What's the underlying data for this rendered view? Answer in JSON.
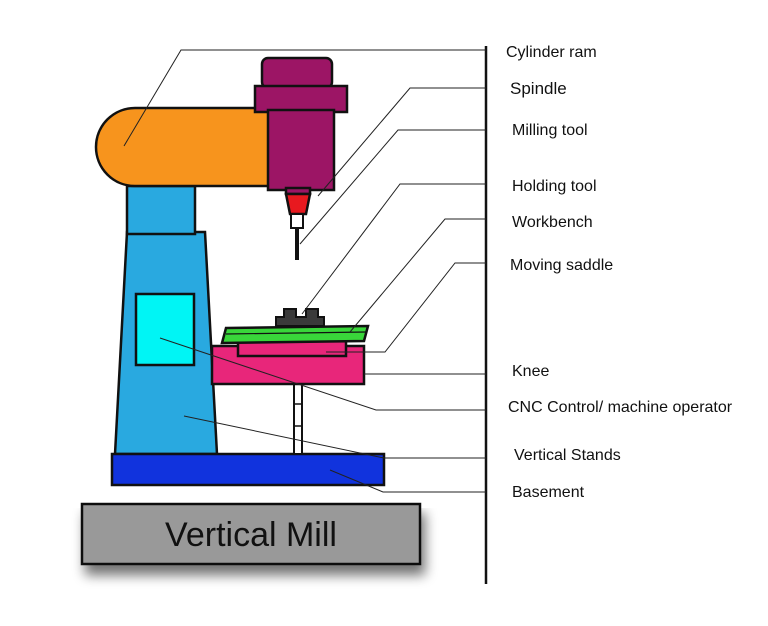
{
  "diagram": {
    "title": "Vertical Mill",
    "labels": [
      {
        "id": "cylinder-ram",
        "text": "Cylinder ram"
      },
      {
        "id": "spindle",
        "text": "Spindle"
      },
      {
        "id": "milling-tool",
        "text": "Milling tool"
      },
      {
        "id": "holding-tool",
        "text": "Holding tool"
      },
      {
        "id": "workbench",
        "text": "Workbench"
      },
      {
        "id": "moving-saddle",
        "text": "Moving saddle"
      },
      {
        "id": "knee",
        "text": "Knee"
      },
      {
        "id": "cnc-control",
        "text": "CNC Control/ machine operator"
      },
      {
        "id": "vertical-stands",
        "text": "Vertical Stands"
      },
      {
        "id": "basement",
        "text": "Basement"
      }
    ],
    "colors": {
      "cylinder_ram": "#f7941d",
      "column": "#29a9e0",
      "spindle": "#9c1565",
      "tool_holder": "#e8191f",
      "workbench": "#39d63a",
      "saddle": "#e8267a",
      "knee": "#e8267a",
      "control_panel": "#00f5f5",
      "base": "#1133dd",
      "pedestal": "#999999"
    }
  }
}
